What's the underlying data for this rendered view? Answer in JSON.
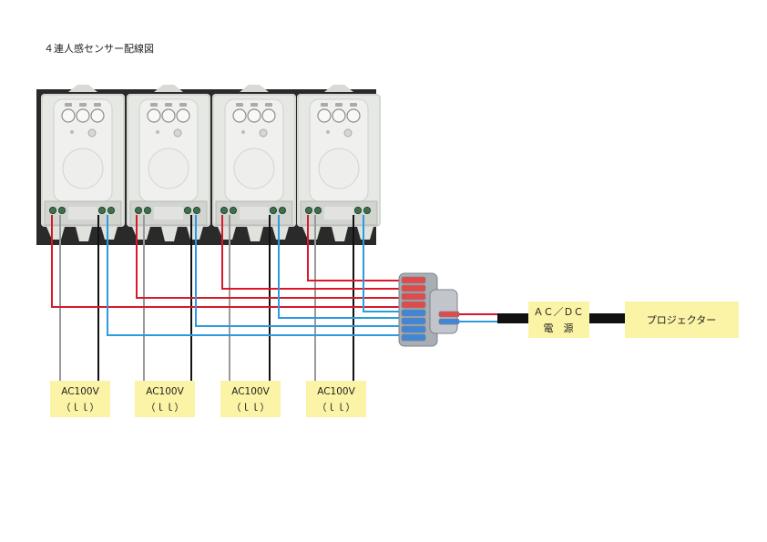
{
  "title": "４連人感センサー配線図",
  "ac_labels": [
    {
      "line1": "AC100V",
      "line2": "（ｌｌ）"
    },
    {
      "line1": "AC100V",
      "line2": "（ｌｌ）"
    },
    {
      "line1": "AC100V",
      "line2": "（ｌｌ）"
    },
    {
      "line1": "AC100V",
      "line2": "（ｌｌ）"
    }
  ],
  "power_box": {
    "line1": "ＡＣ／ＤＣ",
    "line2": "電　源"
  },
  "projector": "プロジェクター",
  "colors": {
    "panel": "#2a2a2a",
    "sensor_body": "#e6e8e4",
    "label_box": "#fbf3a6",
    "wire_red": "#d9182a",
    "wire_blue": "#2a9be0",
    "wire_black": "#111111",
    "wire_gray": "#9a9a9a",
    "connector_gray": "#9aa0a8"
  }
}
